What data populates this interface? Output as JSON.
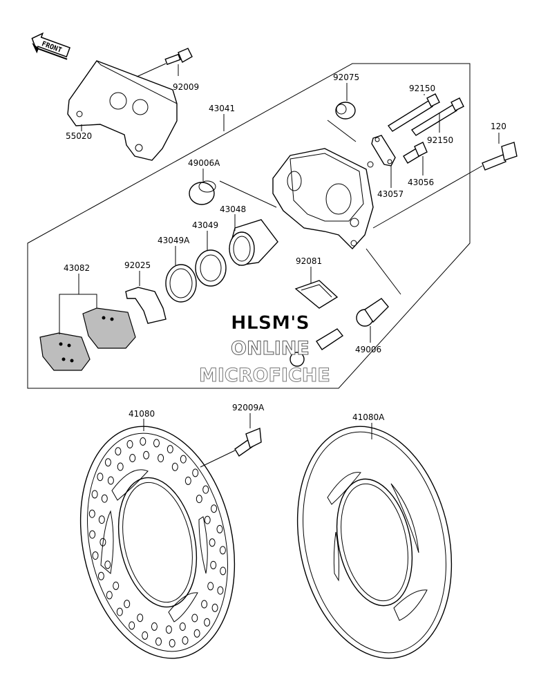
{
  "front_label": "FRONT",
  "watermark": {
    "line1": "HLSM'S",
    "line2": "ONLINE",
    "line3": "MICROFICHE"
  },
  "labels": {
    "p92009": "92009",
    "p55020": "55020",
    "p43041": "43041",
    "p92075": "92075",
    "p92150a": "92150",
    "p92150b": "92150",
    "p120": "120",
    "p49006a": "49006A",
    "p43048": "43048",
    "p43049": "43049",
    "p43049a": "43049A",
    "p43057": "43057",
    "p43056": "43056",
    "p43082": "43082",
    "p92025": "92025",
    "p92081": "92081",
    "p49006": "49006",
    "p41080": "41080",
    "p92009a": "92009A",
    "p41080a": "41080A"
  }
}
